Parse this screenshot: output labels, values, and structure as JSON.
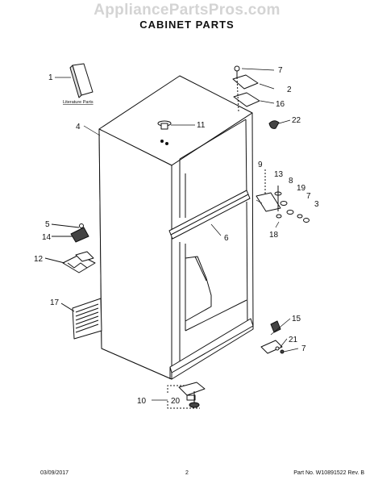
{
  "watermark": "AppliancePartsPros.com",
  "title": "CABINET PARTS",
  "literature_label": "Literature Parts",
  "callouts": {
    "c1": "1",
    "c2": "2",
    "c3": "3",
    "c4": "4",
    "c5": "5",
    "c6": "6",
    "c7a": "7",
    "c7b": "7",
    "c7c": "7",
    "c8": "8",
    "c9": "9",
    "c10": "10",
    "c11": "11",
    "c12": "12",
    "c13": "13",
    "c14": "14",
    "c15": "15",
    "c16": "16",
    "c17": "17",
    "c18": "18",
    "c19": "19",
    "c20": "20",
    "c21": "21",
    "c22": "22"
  },
  "footer": {
    "date": "03/09/2017",
    "page": "2",
    "part_no": "Part No. W10891522  Rev. B"
  }
}
